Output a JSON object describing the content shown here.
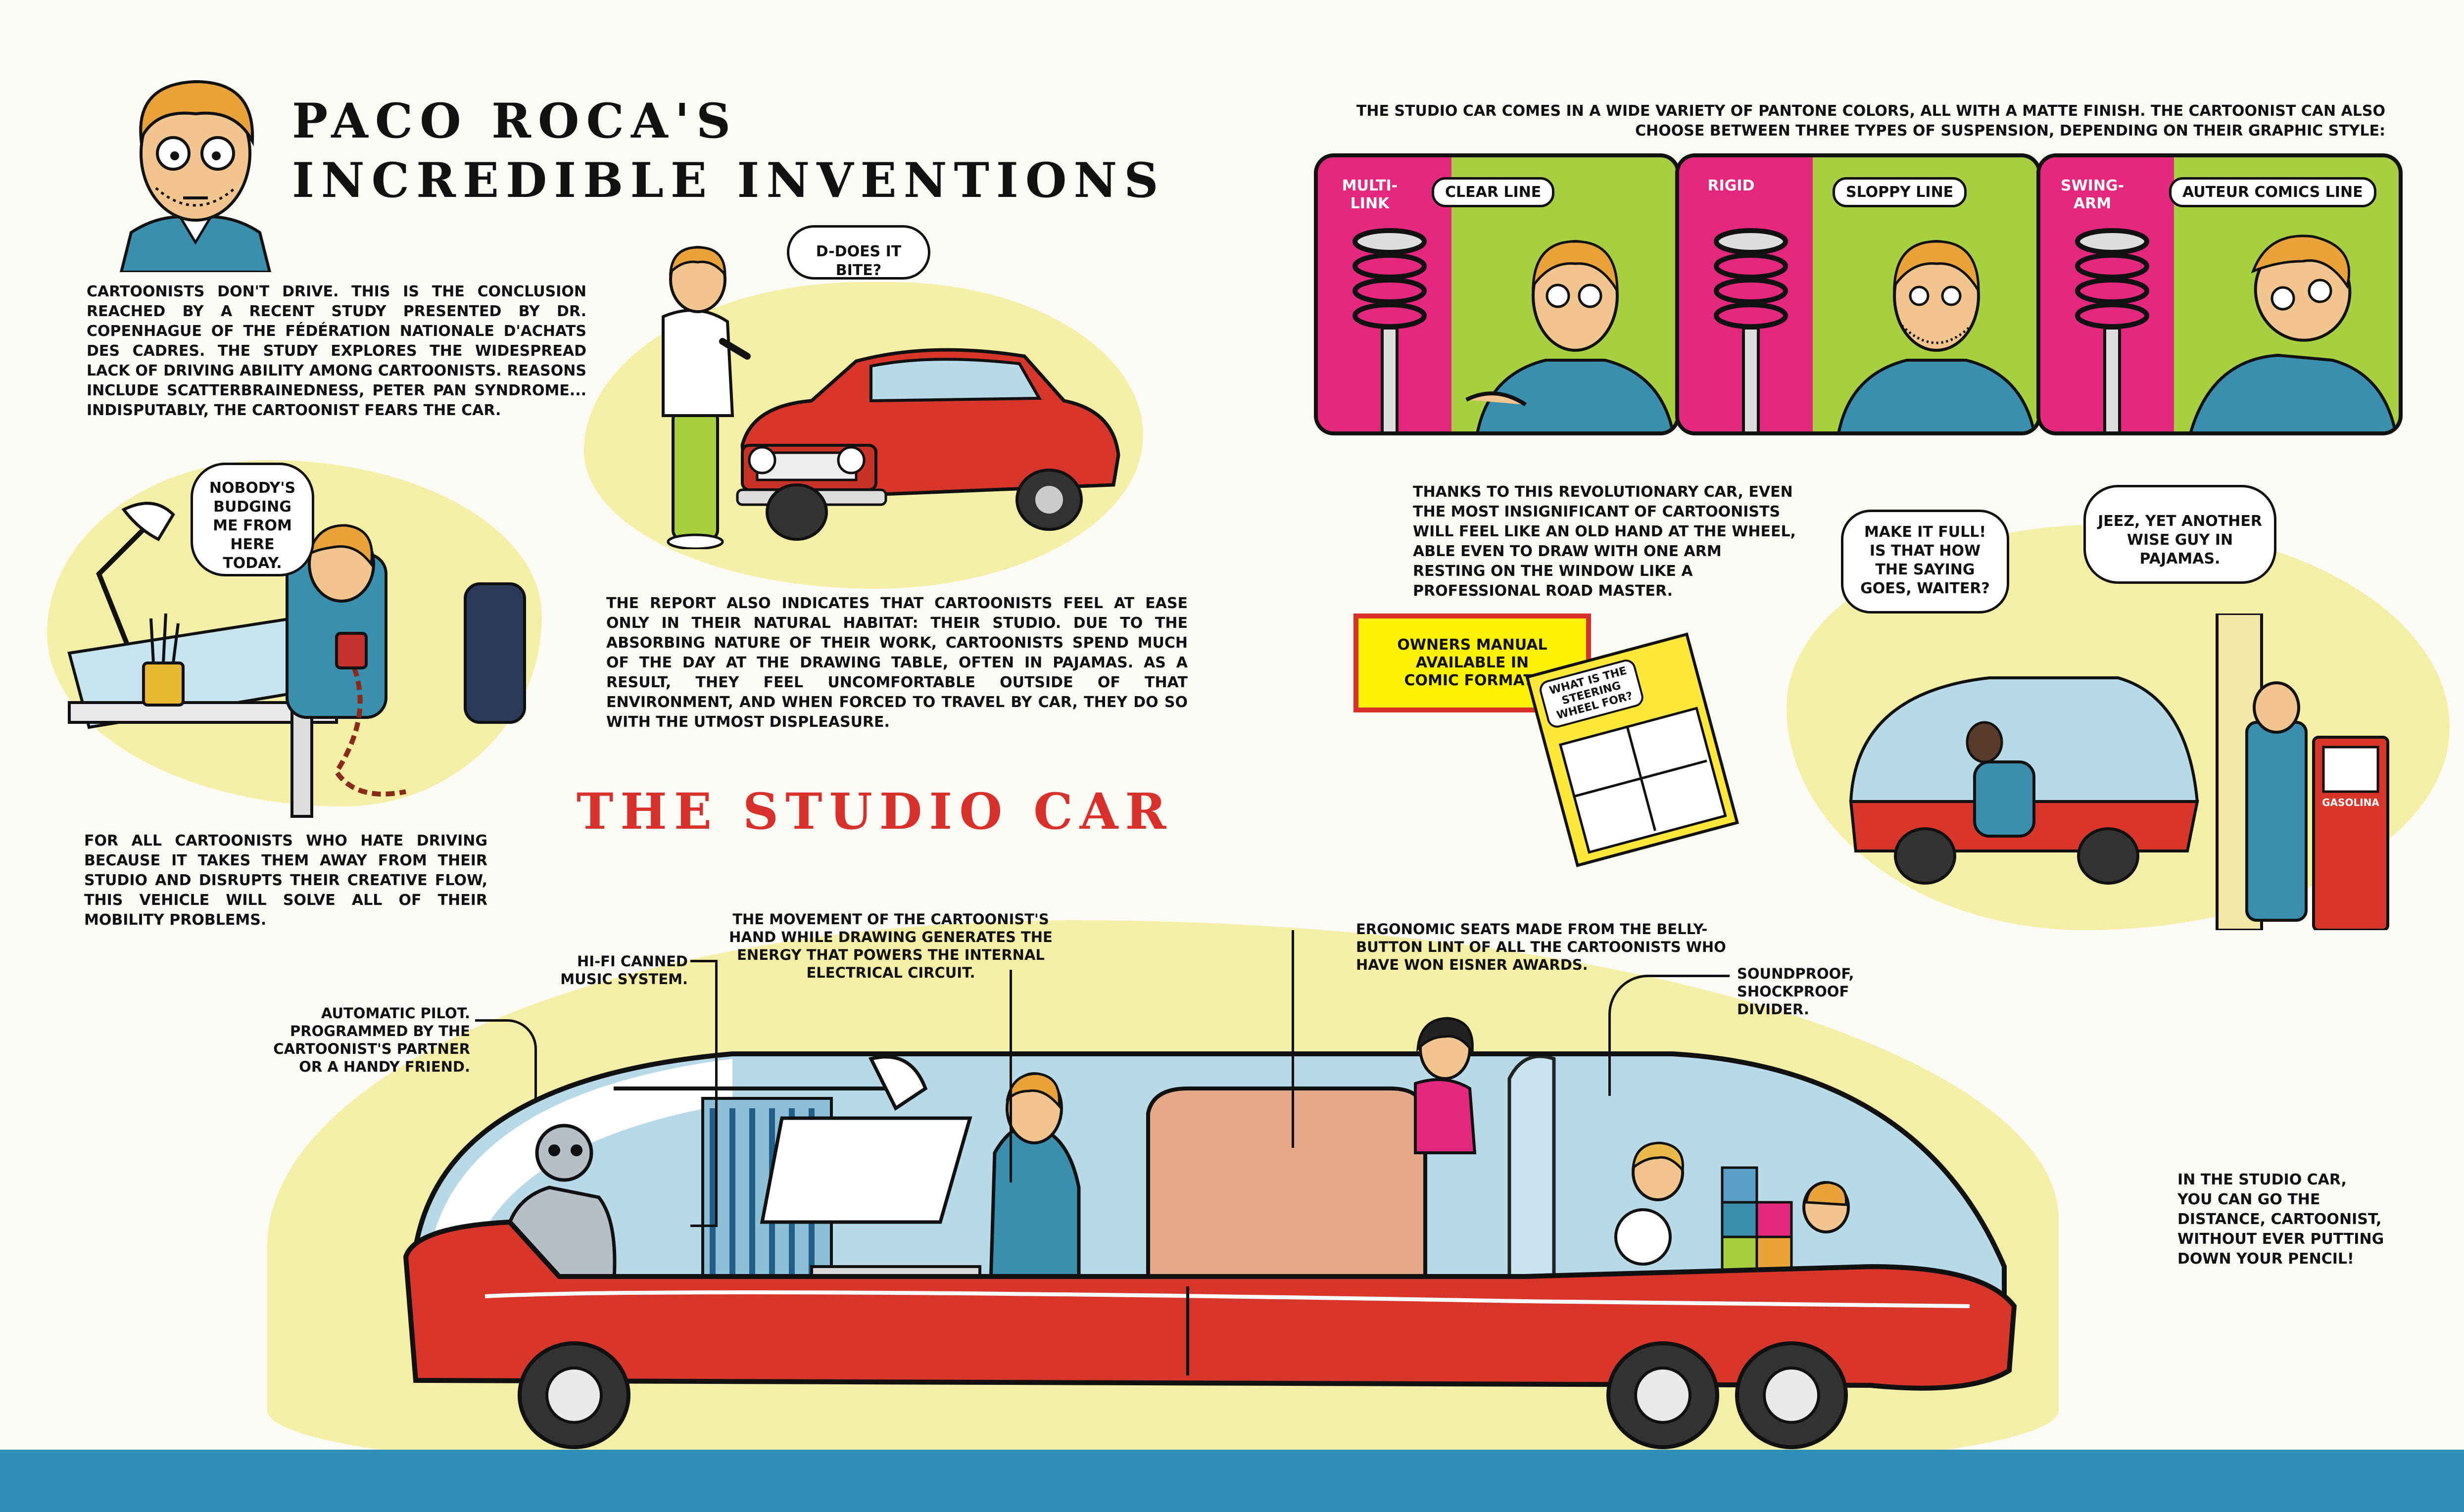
{
  "header": {
    "title_line1": "PACO ROCA'S",
    "title_line2": "INCREDIBLE INVENTIONS"
  },
  "intro_text": "CARTOONISTS DON'T DRIVE. THIS IS THE CONCLUSION REACHED BY A RECENT STUDY PRESENTED BY DR. COPENHAGUE OF THE FÉDÉRATION NATIONALE D'ACHATS DES CADRES. THE STUDY EXPLORES THE WIDESPREAD LACK OF DRIVING ABILITY AMONG CARTOONISTS. REASONS INCLUDE SCATTERBRAINEDNESS, PETER PAN SYNDROME... INDISPUTABLY, THE CARTOONIST FEARS THE CAR.",
  "speech": {
    "does_it_bite": "D-DOES IT BITE?",
    "nobody_budging": "NOBODY'S BUDGING ME FROM HERE TODAY.",
    "make_it_full": "MAKE IT FULL! IS THAT HOW THE SAYING GOES, WAITER?",
    "jeez": "JEEZ, YET ANOTHER WISE GUY IN PAJAMAS."
  },
  "report_text": "THE REPORT ALSO INDICATES THAT CARTOONISTS FEEL AT EASE ONLY IN THEIR NATURAL HABITAT: THEIR STUDIO. DUE TO THE ABSORBING NATURE OF THEIR WORK, CARTOONISTS SPEND MUCH OF THE DAY AT THE DRAWING TABLE, OFTEN IN PAJAMAS. AS A RESULT, THEY FEEL UNCOMFORTABLE OUTSIDE OF THAT ENVIRONMENT, AND WHEN FORCED TO TRAVEL BY CAR, THEY DO SO WITH THE UTMOST DISPLEASURE.",
  "hate_driving_text": "FOR ALL CARTOONISTS WHO HATE DRIVING BECAUSE IT TAKES THEM AWAY FROM THEIR STUDIO AND DISRUPTS THEIR CREATIVE FLOW, THIS VEHICLE WILL SOLVE ALL OF THEIR MOBILITY PROBLEMS.",
  "studio_car_title": "THE STUDIO CAR",
  "suspension_intro": "THE STUDIO CAR COMES IN A WIDE VARIETY OF PANTONE COLORS, ALL WITH A MATTE FINISH. THE CARTOONIST CAN ALSO CHOOSE BETWEEN THREE TYPES OF SUSPENSION, DEPENDING ON THEIR GRAPHIC STYLE:",
  "panels": [
    {
      "tag": "MULTI-LINK",
      "line": "CLEAR LINE"
    },
    {
      "tag": "RIGID",
      "line": "SLOPPY LINE"
    },
    {
      "tag": "SWING-ARM",
      "line": "AUTEUR COMICS LINE"
    }
  ],
  "revolutionary_text": "THANKS TO THIS REVOLUTIONARY CAR, EVEN THE MOST INSIGNIFICANT OF CARTOONISTS WILL FEEL LIKE AN OLD HAND AT THE WHEEL, ABLE EVEN TO DRAW WITH ONE ARM RESTING ON THE WINDOW LIKE A PROFESSIONAL ROAD MASTER.",
  "owners_manual": "OWNERS MANUAL AVAILABLE IN COMIC FORMAT!",
  "comic_book_cover": "WHAT IS THE STEERING WHEEL FOR?",
  "gas_pump_sign": "GASOLINA",
  "labels": {
    "autopilot": "AUTOMATIC PILOT. PROGRAMMED BY THE CARTOONIST'S PARTNER OR A HANDY FRIEND.",
    "hifi": "HI-FI CANNED MUSIC SYSTEM.",
    "movement": "THE MOVEMENT OF THE CARTOONIST'S HAND WHILE DRAWING GENERATES THE ENERGY THAT POWERS THE INTERNAL ELECTRICAL CIRCUIT.",
    "seats": "ERGONOMIC SEATS MADE FROM THE BELLY-BUTTON LINT OF ALL THE CARTOONISTS WHO HAVE WON EISNER AWARDS.",
    "divider": "SOUNDPROOF, SHOCKPROOF DIVIDER."
  },
  "closing_text": "IN THE STUDIO CAR, YOU CAN GO THE DISTANCE, CARTOONIST, WITHOUT EVER PUTTING DOWN YOUR PENCIL!",
  "colors": {
    "title_red": "#d8312b",
    "car_red": "#d9362b",
    "pale_yellow": "#f3efa6",
    "lime": "#a8cf3f",
    "magenta": "#e4287d",
    "glass_blue": "#b8d9e8",
    "ground_blue": "#2f8fb8",
    "manual_yellow": "#fff200"
  }
}
